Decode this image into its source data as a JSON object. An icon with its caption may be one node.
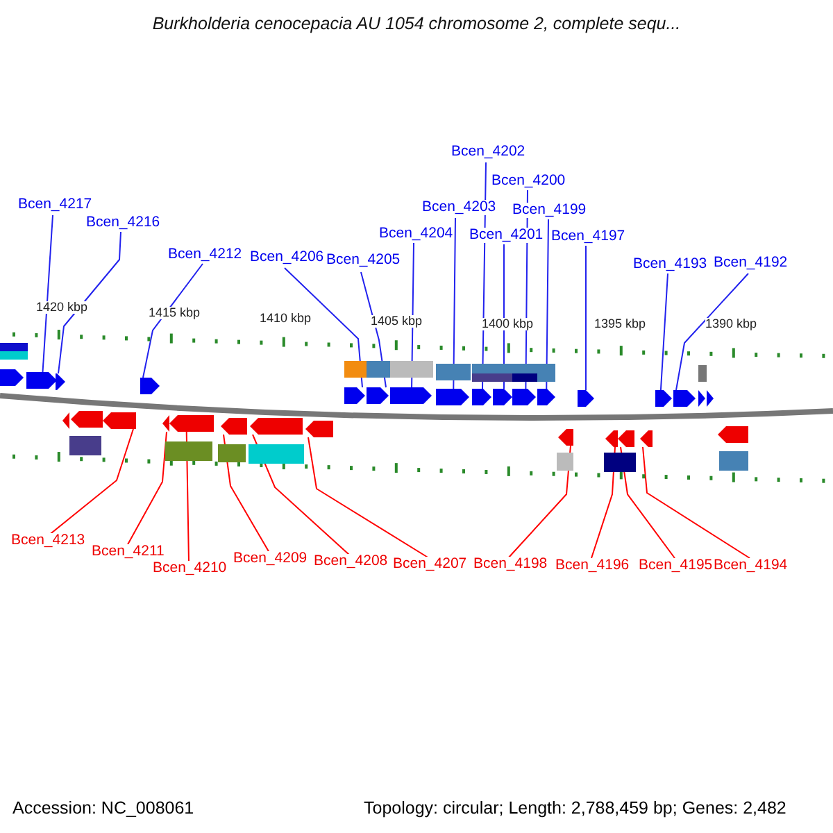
{
  "diagram": {
    "title": "Burkholderia cenocepacia AU 1054 chromosome 2, complete sequ...",
    "nodes": [
      {
        "text": [
          "Bcen_4217"
        ]
      },
      {
        "text": [
          "Bcen_4216"
        ]
      },
      {
        "text": [
          "Bcen_4212"
        ]
      },
      {
        "text": [
          "Bcen_4206"
        ]
      },
      {
        "text": [
          "Bcen_4205"
        ]
      },
      {
        "text": [
          "Bcen_4204"
        ]
      },
      {
        "text": [
          "Bcen_4203"
        ]
      },
      {
        "text": [
          "Bcen_4202"
        ]
      },
      {
        "text": [
          "Bcen_4201"
        ]
      },
      {
        "text": [
          "Bcen_4200"
        ]
      },
      {
        "text": [
          "Bcen_4199"
        ]
      },
      {
        "text": [
          "Bcen_4197"
        ]
      },
      {
        "text": [
          "Bcen_4193"
        ]
      },
      {
        "text": [
          "Bcen_4192"
        ]
      },
      {
        "text": [
          "Bcen_4213"
        ]
      },
      {
        "text": [
          "Bcen_4211"
        ]
      },
      {
        "text": [
          "Bcen_4210"
        ]
      },
      {
        "text": [
          "Bcen_4209"
        ]
      },
      {
        "text": [
          "Bcen_4208"
        ]
      },
      {
        "text": [
          "Bcen_4207"
        ]
      },
      {
        "text": [
          "Bcen_4198"
        ]
      },
      {
        "text": [
          "Bcen_4196"
        ]
      },
      {
        "text": [
          "Bcen_4195"
        ]
      },
      {
        "text": [
          "Bcen_4194"
        ]
      },
      {
        "text": [],
        "shape": "bar"
      },
      {
        "text": [],
        "shape": "bar"
      },
      {
        "text": [],
        "shape": "bar"
      },
      {
        "text": [],
        "shape": "bar"
      },
      {
        "text": [],
        "shape": "bar"
      },
      {
        "text": [],
        "shape": "bar"
      },
      {
        "text": [],
        "shape": "bar"
      },
      {
        "text": [],
        "shape": "bar"
      },
      {
        "text": [],
        "shape": "bar"
      },
      {
        "text": [],
        "shape": "bar"
      },
      {
        "text": [],
        "shape": "bar"
      },
      {
        "text": [],
        "shape": "bar"
      },
      {
        "text": [],
        "shape": "bar"
      },
      {
        "text": [],
        "shape": "bar"
      },
      {
        "text": [],
        "shape": "bar"
      },
      {
        "text": [],
        "shape": "bar"
      },
      {
        "text": [],
        "shape": "bar"
      },
      {
        "text": [],
        "shape": "bar"
      },
      {
        "text": [],
        "shape": "bar"
      },
      {
        "text": [],
        "shape": "bar"
      },
      {
        "text": [],
        "shape": "bar"
      },
      {
        "text": [],
        "shape": "bar"
      },
      {
        "text": [],
        "shape": "bar"
      },
      {
        "text": [],
        "shape": "bar"
      },
      {
        "text": [],
        "shape": "bar"
      },
      {
        "text": [],
        "shape": "bar"
      },
      {
        "text": [],
        "shape": "bar"
      },
      {
        "text": [],
        "shape": "bar"
      },
      {
        "text": [],
        "shape": "bar"
      },
      {
        "text": [],
        "shape": "bar"
      }
    ],
    "edges": [
      {
        "from": 0,
        "to": 24,
        "arrow": "none"
      },
      {
        "from": 1,
        "to": 25,
        "arrow": "none"
      },
      {
        "from": 2,
        "to": 26,
        "arrow": "none"
      },
      {
        "from": 3,
        "to": 27,
        "arrow": "none"
      },
      {
        "from": 4,
        "to": 28,
        "arrow": "none"
      },
      {
        "from": 5,
        "to": 29,
        "arrow": "none"
      },
      {
        "from": 6,
        "to": 30,
        "arrow": "none"
      },
      {
        "from": 7,
        "to": 31,
        "arrow": "none"
      },
      {
        "from": 8,
        "to": 32,
        "arrow": "none"
      },
      {
        "from": 9,
        "to": 33,
        "arrow": "none"
      },
      {
        "from": 10,
        "to": 34,
        "arrow": "none"
      },
      {
        "from": 11,
        "to": 35,
        "arrow": "none"
      },
      {
        "from": 12,
        "to": 36,
        "arrow": "none"
      },
      {
        "from": 13,
        "to": 37,
        "arrow": "none"
      },
      {
        "from": 14,
        "to": 38,
        "arrow": "none",
        "color": "#ff0000"
      },
      {
        "from": 15,
        "to": 39,
        "arrow": "none",
        "color": "#ff0000"
      },
      {
        "from": 16,
        "to": 40,
        "arrow": "none",
        "color": "#ff0000"
      },
      {
        "from": 17,
        "to": 41,
        "arrow": "none",
        "color": "#ff0000"
      },
      {
        "from": 18,
        "to": 42,
        "arrow": "none",
        "color": "#ff0000"
      },
      {
        "from": 19,
        "to": 43,
        "arrow": "none",
        "color": "#ff0000"
      },
      {
        "from": 20,
        "to": 44,
        "arrow": "none",
        "color": "#ff0000"
      },
      {
        "from": 21,
        "to": 45,
        "arrow": "none",
        "color": "#ff0000"
      },
      {
        "from": 22,
        "to": 46,
        "arrow": "none",
        "color": "#ff0000"
      },
      {
        "from": 23,
        "to": 47,
        "arrow": "none",
        "color": "#ff0000"
      }
    ],
    "labels": [
      "1420 kbp",
      "1415 kbp",
      "1410 kbp",
      "1405 kbp",
      "1400 kbp",
      "1395 kbp",
      "1390 kbp",
      "Accession: NC_008061",
      "Topology: circular; Length: 2,788,459 bp; Genes: 2,482"
    ]
  }
}
